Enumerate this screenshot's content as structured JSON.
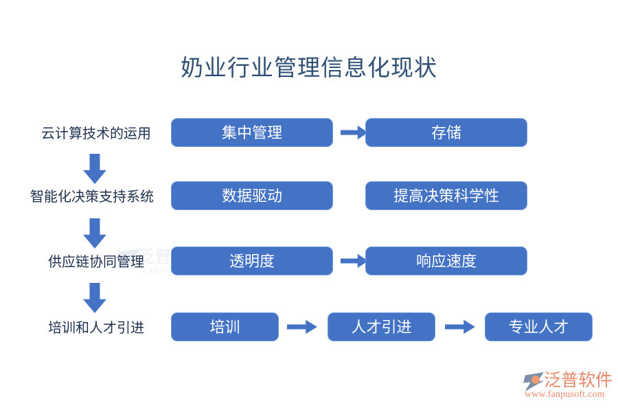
{
  "page": {
    "title": "奶业行业管理信息化现状",
    "title_color": "#2f4f75",
    "background_color": "#ffffff",
    "box_fill_color": "#4472c4",
    "box_border_color": "#6f9bdd",
    "box_text_color": "#ffffff",
    "label_color": "#1f3050",
    "arrow_color": "#4472c4"
  },
  "watermark": {
    "chinese": "泛普软件",
    "english": "FANPU SOFTWARE"
  },
  "logo": {
    "name": "泛普软件",
    "url": "www.fanpusoft.com",
    "color": "#e8886a"
  },
  "rows": [
    {
      "label": "云计算技术的运用",
      "boxes": [
        {
          "text": "集中管理"
        },
        {
          "text": "存储"
        }
      ],
      "arrows": [
        "right"
      ]
    },
    {
      "label": "智能化决策支持系统",
      "boxes": [
        {
          "text": "数据驱动"
        },
        {
          "text": "提高决策科学性"
        }
      ],
      "arrows": []
    },
    {
      "label": "供应链协同管理",
      "boxes": [
        {
          "text": "透明度"
        },
        {
          "text": "响应速度"
        }
      ],
      "arrows": [
        "right"
      ]
    },
    {
      "label": "培训和人才引进",
      "boxes": [
        {
          "text": "培训"
        },
        {
          "text": "人才引进"
        },
        {
          "text": "专业人才"
        }
      ],
      "arrows": [
        "right",
        "right"
      ]
    }
  ],
  "flow_arrows_down": 3
}
